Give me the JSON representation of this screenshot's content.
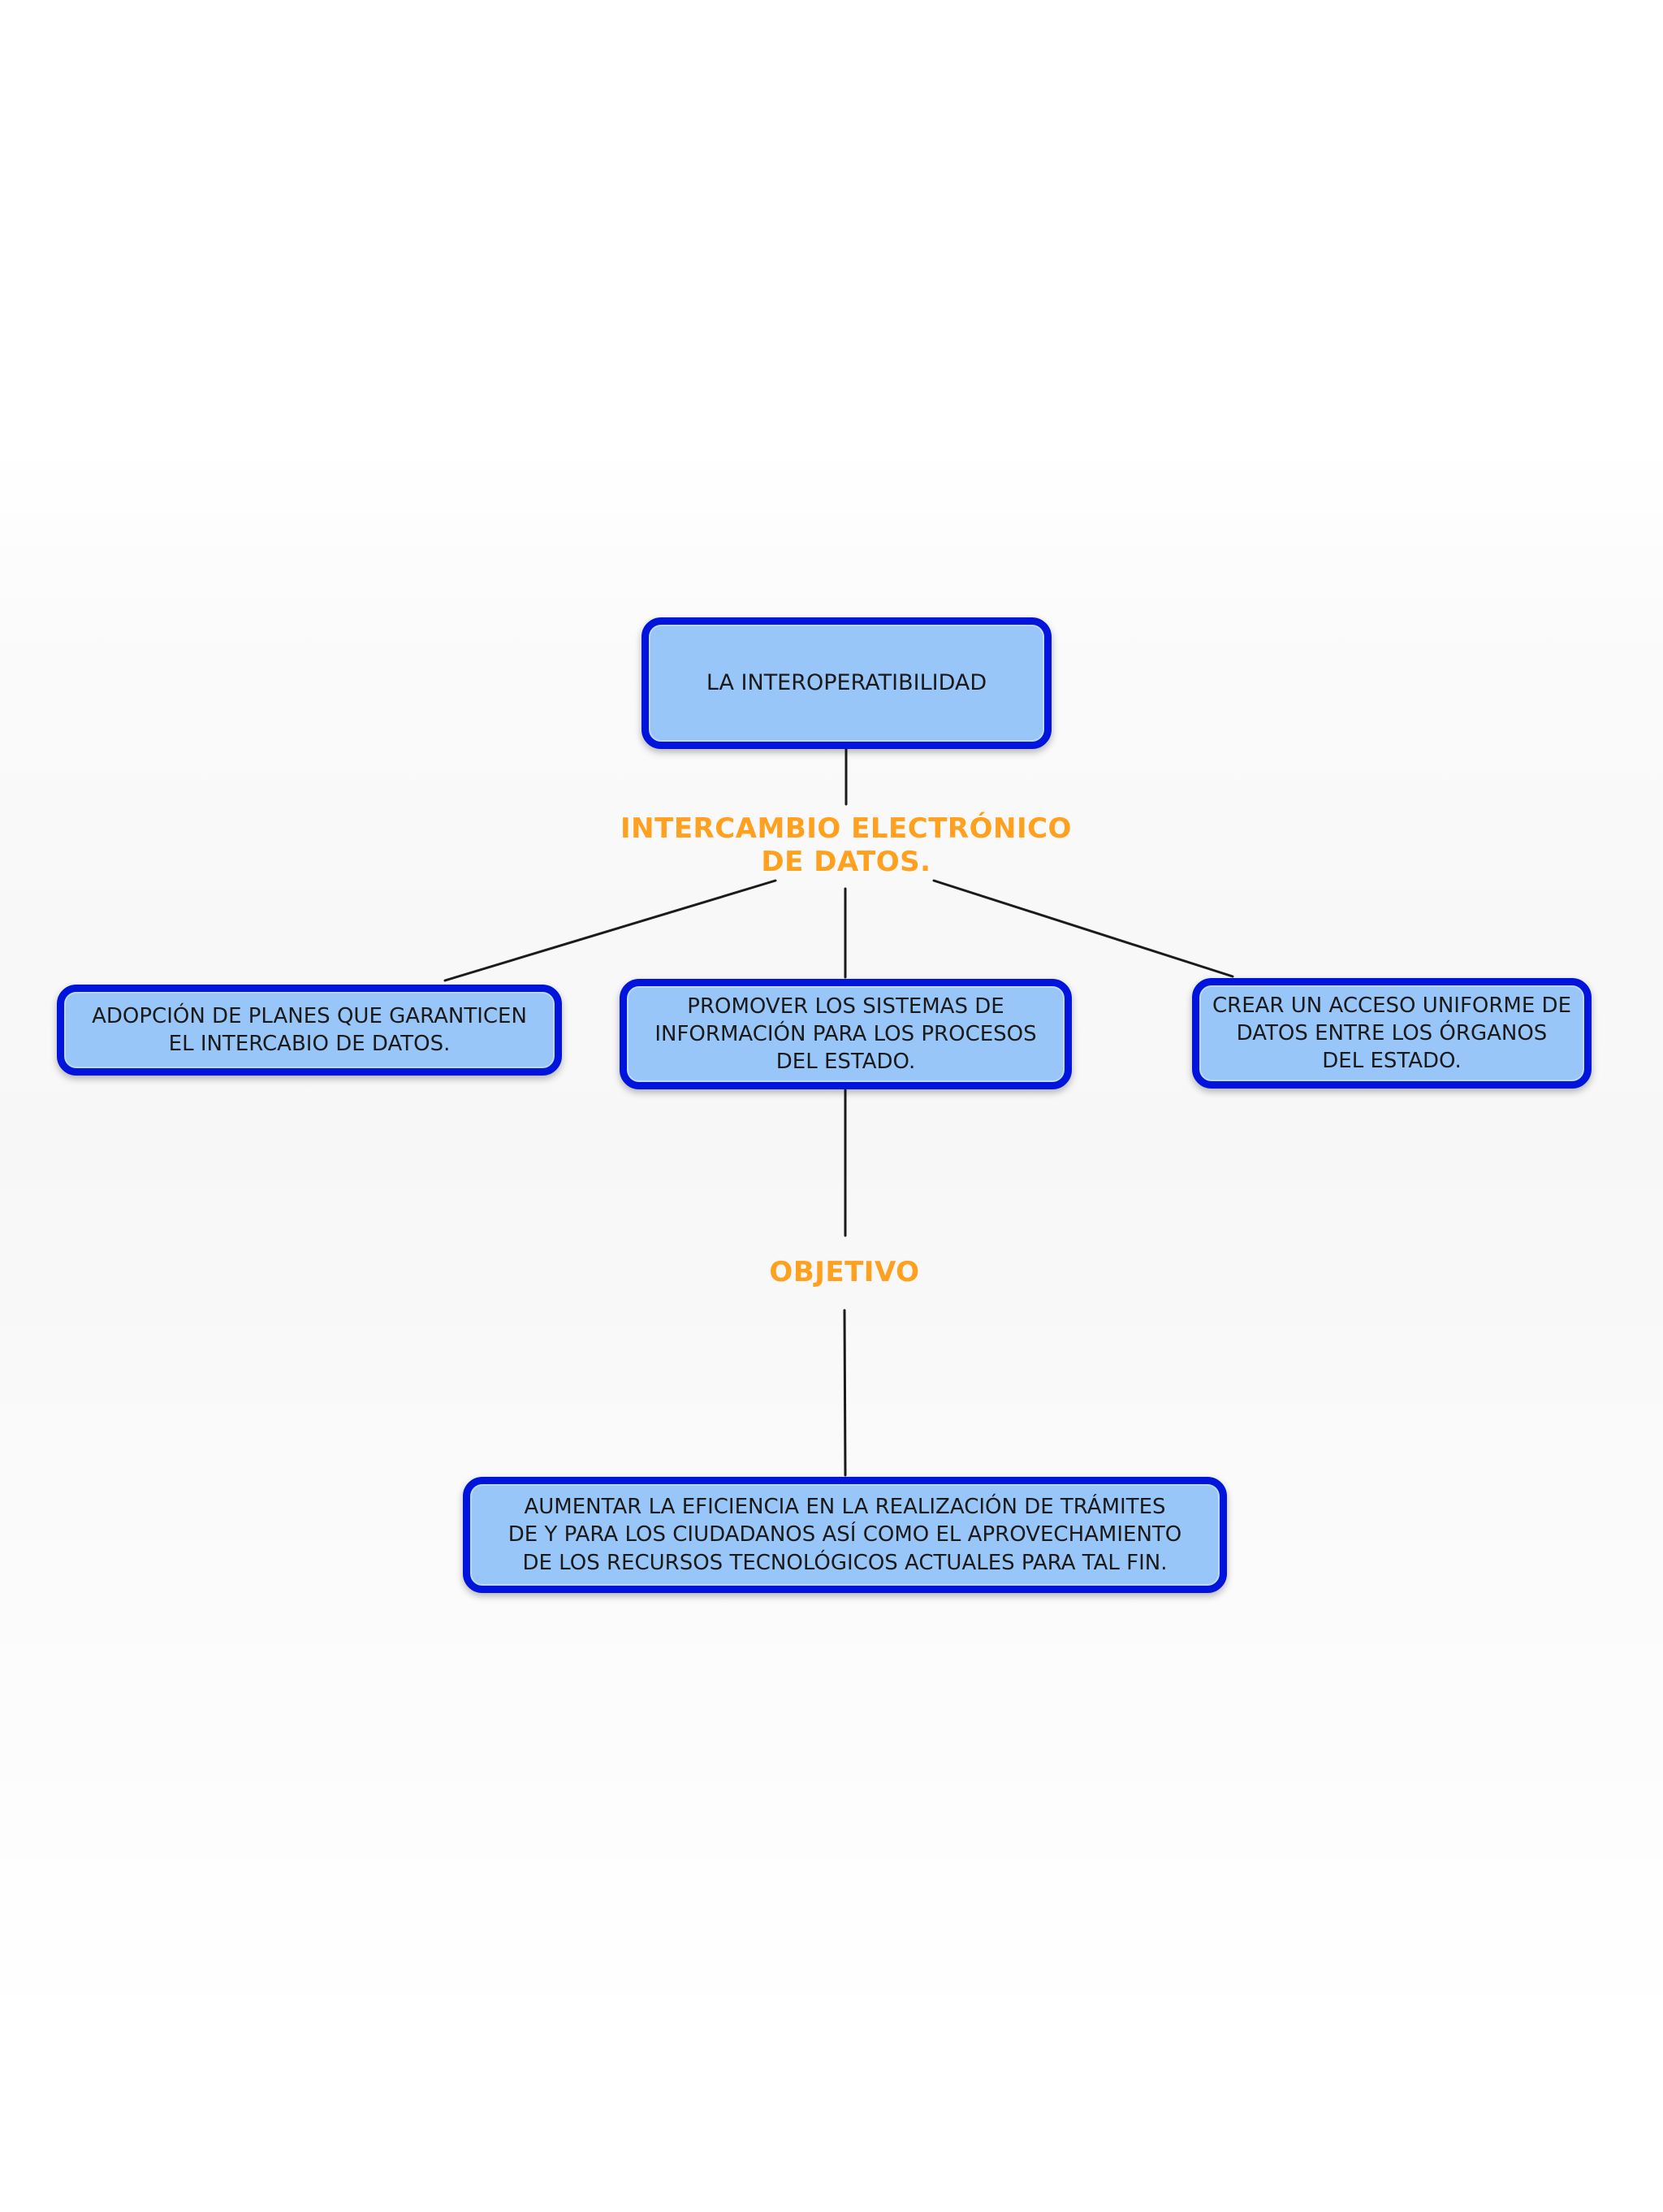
{
  "colors": {
    "node_border": "#0014dc",
    "node_fill": "#99c6f8",
    "accent_orange": "#ffa01e",
    "edge_line": "#1b1b1b",
    "node_text": "#1a1a1a"
  },
  "nodes": {
    "root": {
      "lines": [
        "LA INTEROPERATIBILIDAD"
      ]
    },
    "left": {
      "lines": [
        "ADOPCIÓN DE PLANES QUE GARANTICEN",
        "EL INTERCABIO DE DATOS."
      ]
    },
    "middle": {
      "lines": [
        "PROMOVER LOS SISTEMAS DE",
        "INFORMACIÓN PARA LOS PROCESOS",
        "DEL ESTADO."
      ]
    },
    "right": {
      "lines": [
        "CREAR UN ACCESO UNIFORME DE",
        "DATOS ENTRE LOS ÓRGANOS",
        "DEL ESTADO."
      ]
    },
    "bottom": {
      "lines": [
        "AUMENTAR LA EFICIENCIA EN LA REALIZACIÓN DE TRÁMITES",
        "DE Y PARA LOS CIUDADANOS ASÍ COMO EL APROVECHAMIENTO",
        "DE LOS RECURSOS TECNOLÓGICOS ACTUALES PARA TAL FIN."
      ]
    }
  },
  "labels": {
    "exchange": {
      "lines": [
        "INTERCAMBIO ELECTRÓNICO",
        "DE DATOS."
      ]
    },
    "objective": {
      "lines": [
        "OBJETIVO"
      ]
    }
  },
  "edges": [
    {
      "from": "la-interoperatibilidad",
      "to": "intercambio-electronico-de-datos"
    },
    {
      "from": "intercambio-electronico-de-datos",
      "to": "adopcion-de-planes"
    },
    {
      "from": "intercambio-electronico-de-datos",
      "to": "promover-los-sistemas"
    },
    {
      "from": "intercambio-electronico-de-datos",
      "to": "crear-un-acceso-uniforme"
    },
    {
      "from": "promover-los-sistemas",
      "to": "objetivo"
    },
    {
      "from": "objetivo",
      "to": "aumentar-la-eficiencia"
    }
  ]
}
